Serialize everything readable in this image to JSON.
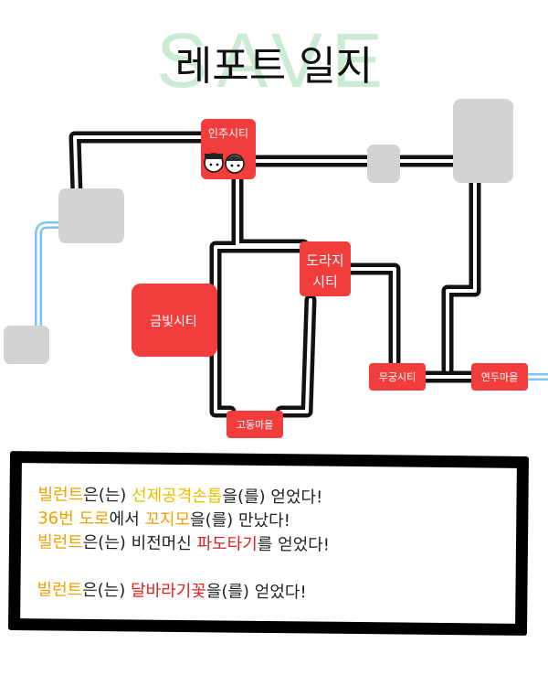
{
  "header": {
    "title": "레포트 일지",
    "watermark": "SAVE"
  },
  "colors": {
    "city_red": "#f23d3d",
    "unknown_gray": "#d3d3d3",
    "route_black": "#111111",
    "water_blue": "#7cc4ee",
    "highlight_orange": "#f0a000",
    "highlight_yellow": "#e6c100",
    "highlight_red": "#e02020"
  },
  "map": {
    "cities": {
      "injoo": "인주시티",
      "geumbit": "금빛시티",
      "doraji_line1": "도라지",
      "doraji_line2": "시티",
      "mugung": "무궁시티",
      "yeondu": "연두마을",
      "godong": "고동마을"
    },
    "player_icons": "player-duo-icon"
  },
  "log": {
    "lines": [
      {
        "segments": [
          {
            "text": "빌런트",
            "tone": "orange"
          },
          {
            "text": "은(는) ",
            "tone": "black"
          },
          {
            "text": "선제공격손톱",
            "tone": "yellow"
          },
          {
            "text": "을(를) 얻었다!",
            "tone": "black"
          }
        ]
      },
      {
        "segments": [
          {
            "text": "36번 도로",
            "tone": "orange"
          },
          {
            "text": "에서 ",
            "tone": "black"
          },
          {
            "text": "꼬지모",
            "tone": "orange"
          },
          {
            "text": "을(를) 만났다!",
            "tone": "black"
          }
        ]
      },
      {
        "segments": [
          {
            "text": "빌런트",
            "tone": "orange"
          },
          {
            "text": "은(는) 비전머신 ",
            "tone": "black"
          },
          {
            "text": "파도타기",
            "tone": "red"
          },
          {
            "text": "를 얻었다!",
            "tone": "black"
          }
        ]
      },
      {
        "segments": []
      },
      {
        "segments": [
          {
            "text": "빌런트",
            "tone": "orange"
          },
          {
            "text": "은(는) ",
            "tone": "black"
          },
          {
            "text": "달바라기꽃",
            "tone": "red"
          },
          {
            "text": "을(를) 얻었다!",
            "tone": "black"
          }
        ]
      }
    ]
  }
}
